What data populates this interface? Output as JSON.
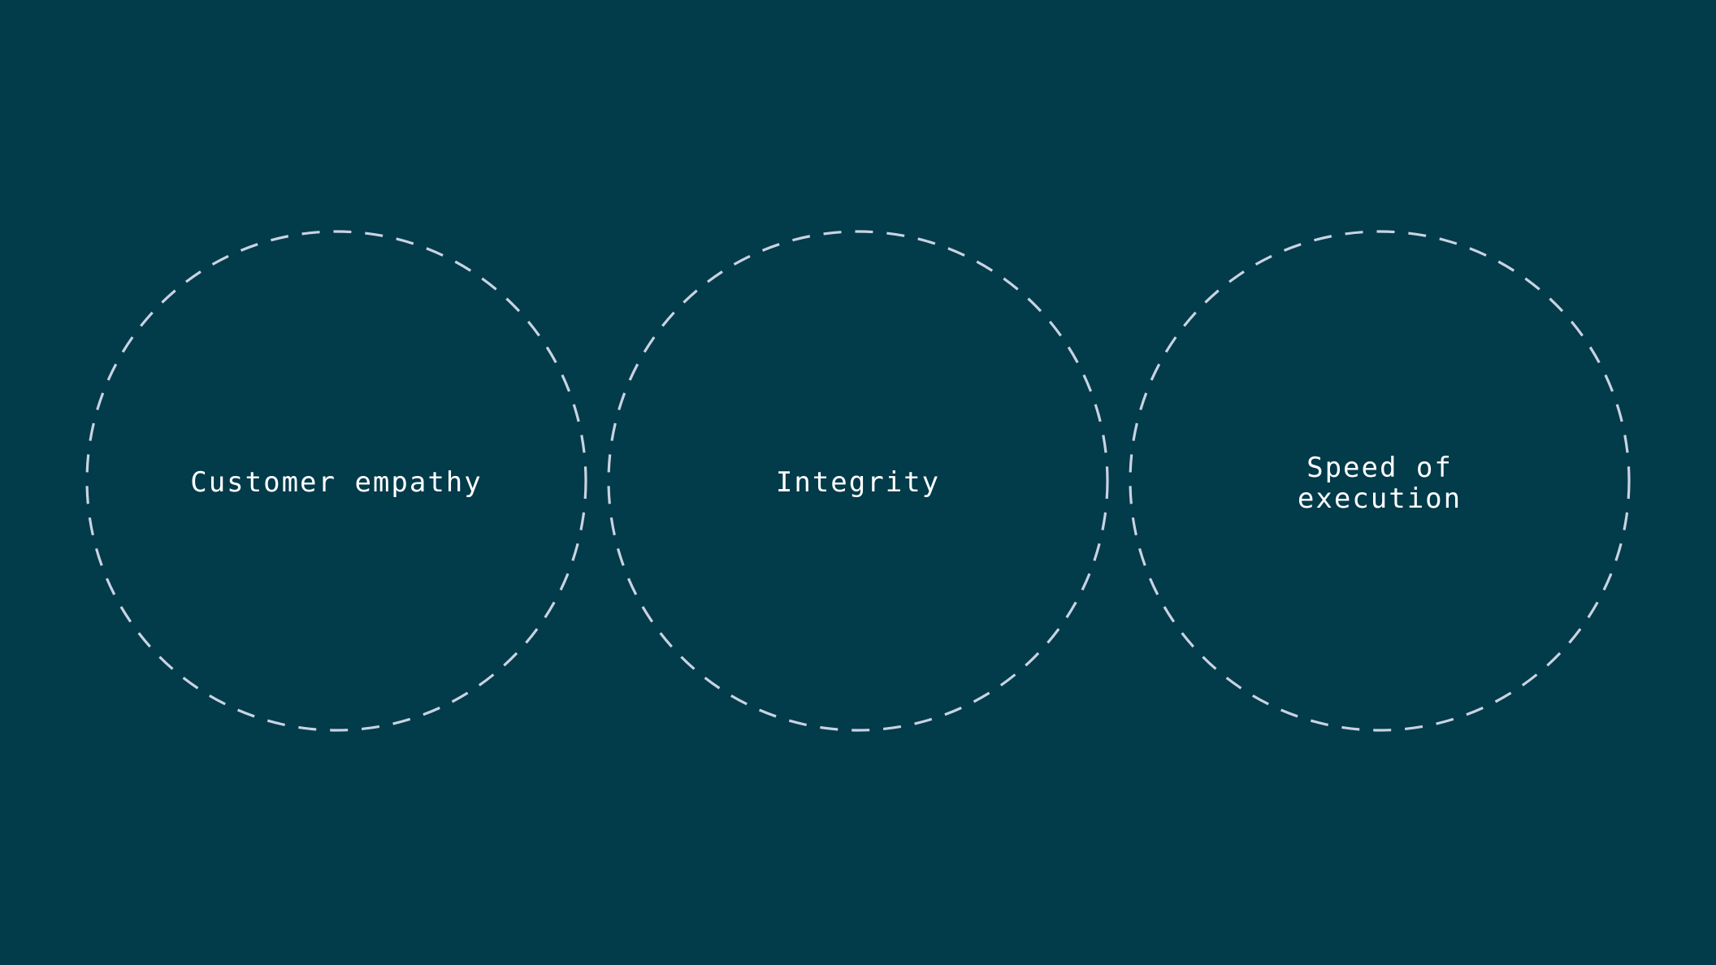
{
  "colors": {
    "background": "#023b4a",
    "circle_stroke": "#c9d3e3",
    "text": "#ffffff"
  },
  "diagram": {
    "values": [
      {
        "label": "Customer empathy"
      },
      {
        "label": "Integrity"
      },
      {
        "label": "Speed of\nexecution"
      }
    ]
  }
}
